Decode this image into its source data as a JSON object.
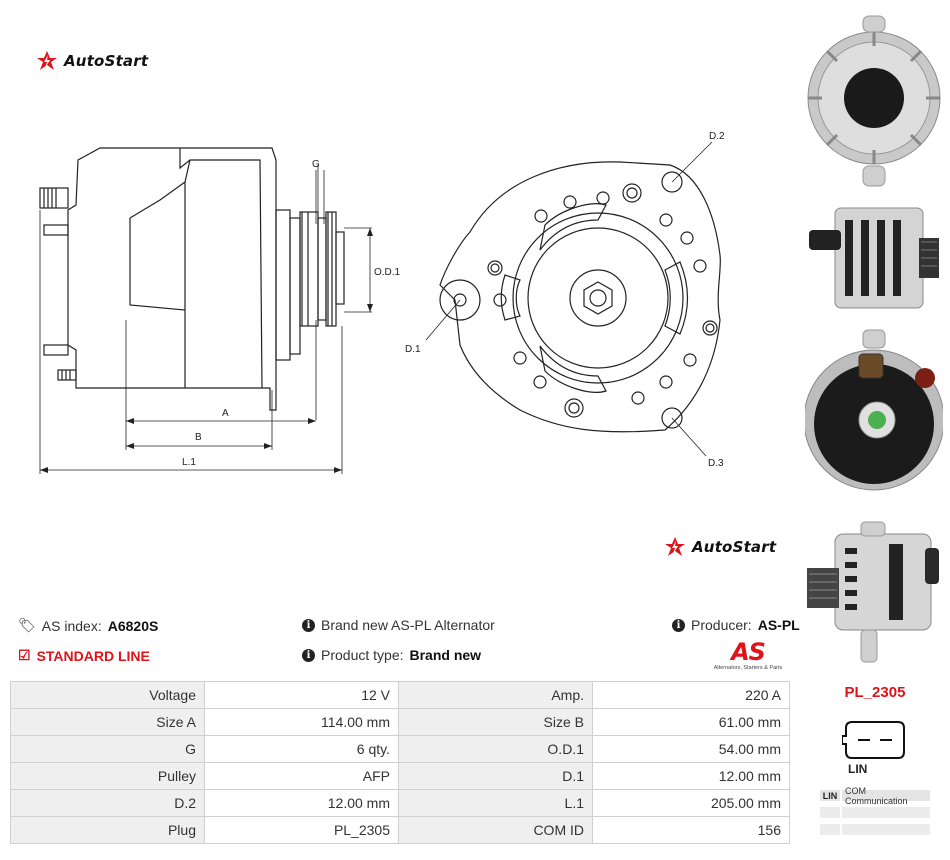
{
  "brand": {
    "name": "AutoStart",
    "secondary_name": "AutoStart"
  },
  "drawing": {
    "side_labels": {
      "g": "G",
      "od1": "O.D.1",
      "a": "A",
      "b": "B",
      "l1": "L.1"
    },
    "front_labels": {
      "d2": "D.2",
      "d1": "D.1",
      "d3": "D.3"
    }
  },
  "info": {
    "as_index_label": "AS index:",
    "as_index_value": "A6820S",
    "line": "STANDARD LINE",
    "description": "Brand new AS-PL Alternator",
    "product_type_label": "Product type:",
    "product_type_value": "Brand new",
    "producer_label": "Producer:",
    "producer_value": "AS-PL",
    "as_logo_text": "AS",
    "as_logo_tagline": "Alternators, Starters & Parts"
  },
  "specs": [
    {
      "l1": "Voltage",
      "v1": "12 V",
      "l2": "Amp.",
      "v2": "220 A"
    },
    {
      "l1": "Size A",
      "v1": "114.00  mm",
      "l2": "Size B",
      "v2": "61.00 mm"
    },
    {
      "l1": "G",
      "v1": "6 qty.",
      "l2": "O.D.1",
      "v2": "54.00 mm"
    },
    {
      "l1": "Pulley",
      "v1": "AFP",
      "l2": "D.1",
      "v2": "12.00 mm"
    },
    {
      "l1": "D.2",
      "v1": "12.00 mm",
      "l2": "L.1",
      "v2": "205.00 mm"
    },
    {
      "l1": "Plug",
      "v1": "PL_2305",
      "l2": "COM ID",
      "v2": "156"
    }
  ],
  "plug": {
    "code": "PL_2305",
    "type": "LIN",
    "table": [
      {
        "k": "LIN",
        "v": "COM Communication"
      }
    ]
  },
  "colors": {
    "accent": "#e0121a",
    "label_bg": "#efefef",
    "border": "#d0d0d0"
  }
}
